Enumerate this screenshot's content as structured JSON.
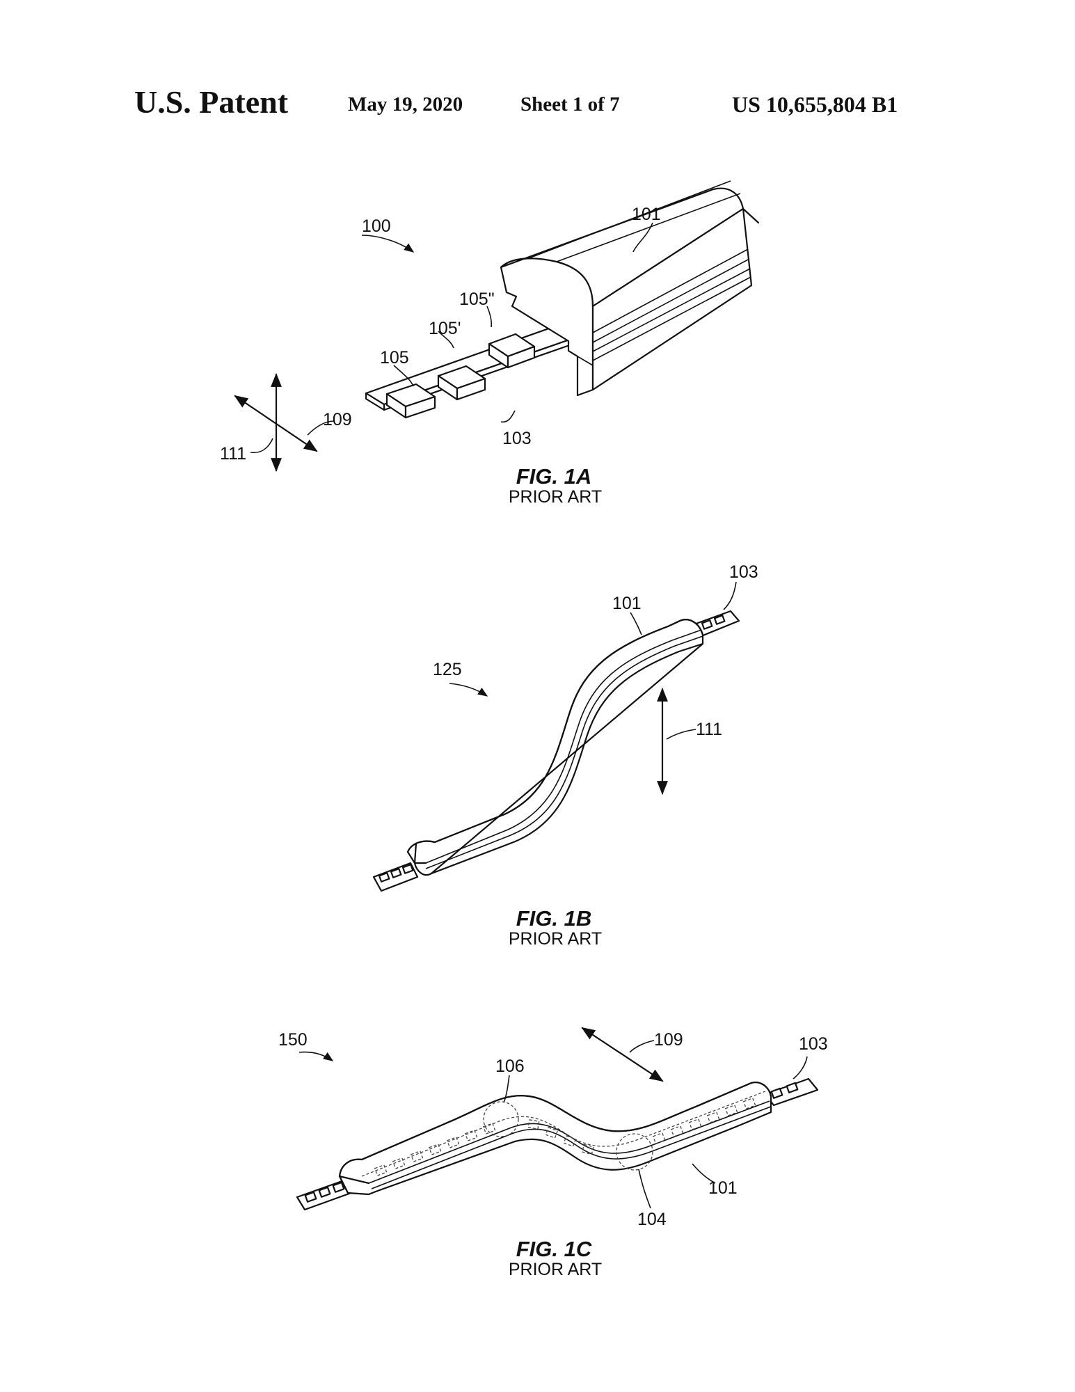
{
  "header": {
    "left": "U.S. Patent",
    "date": "May 19, 2020",
    "sheet": "Sheet 1 of 7",
    "number": "US 10,655,804 B1"
  },
  "figures": [
    {
      "title": "FIG. 1A",
      "subtitle": "PRIOR ART",
      "labels": [
        "100",
        "101",
        "105\"",
        "105'",
        "105",
        "109",
        "111",
        "103"
      ]
    },
    {
      "title": "FIG. 1B",
      "subtitle": "PRIOR ART",
      "labels": [
        "103",
        "101",
        "125",
        "111"
      ]
    },
    {
      "title": "FIG. 1C",
      "subtitle": "PRIOR ART",
      "labels": [
        "150",
        "109",
        "103",
        "106",
        "104",
        "101"
      ]
    }
  ]
}
